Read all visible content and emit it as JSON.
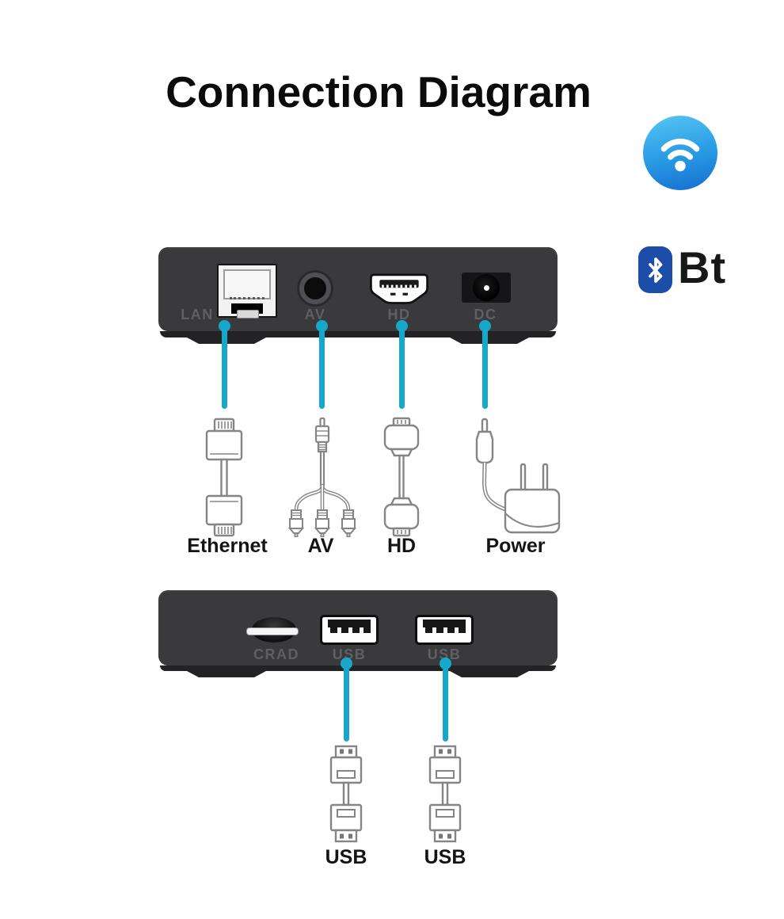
{
  "title": "Connection Diagram",
  "wireless": {
    "wifi_icon": "wifi-signal",
    "bluetooth_icon": "bluetooth-rune",
    "bluetooth_label": "Bt"
  },
  "device_back": {
    "ports": [
      {
        "label": "LAN",
        "type": "ethernet-jack"
      },
      {
        "label": "AV",
        "type": "3.5mm-jack"
      },
      {
        "label": "HD",
        "type": "hdmi-port"
      },
      {
        "label": "DC",
        "type": "power-barrel-jack"
      }
    ]
  },
  "cable_row_back": [
    {
      "label": "Ethernet"
    },
    {
      "label": "AV"
    },
    {
      "label": "HD"
    },
    {
      "label": "Power"
    }
  ],
  "device_front": {
    "ports": [
      {
        "label": "CRAD",
        "type": "sd-card-slot"
      },
      {
        "label": "USB",
        "type": "usb-a-port"
      },
      {
        "label": "USB",
        "type": "usb-a-port"
      }
    ]
  },
  "cable_row_front": [
    {
      "label": "USB"
    },
    {
      "label": "USB"
    }
  ],
  "colors": {
    "accent_cyan": "#17a7ca",
    "wifi_gradient_top": "#55c7f3",
    "wifi_gradient_bottom": "#146ecf",
    "bluetooth_blue": "#1c4da9",
    "device_body": "#3a3a3d",
    "device_base": "#232326",
    "port_label_gray": "#5f5f64",
    "cable_outline_gray": "#858585"
  }
}
